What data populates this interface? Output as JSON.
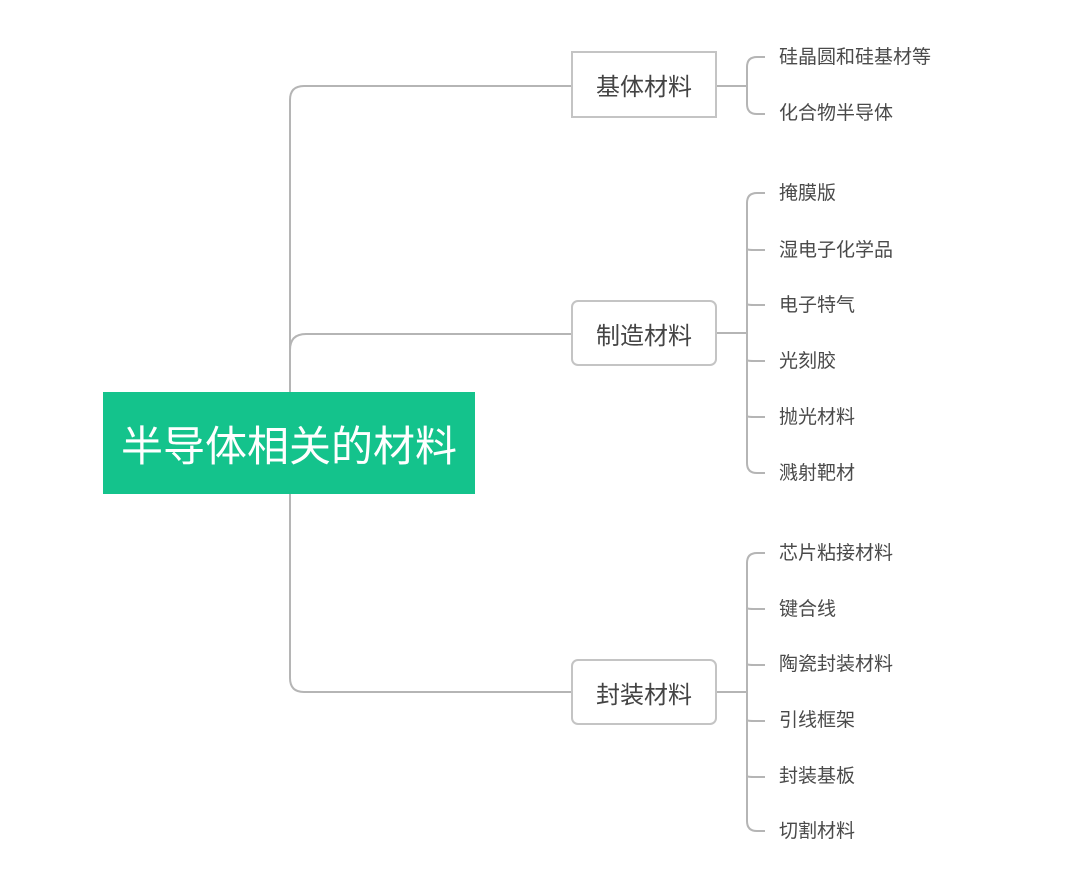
{
  "diagram": {
    "type": "mind-map",
    "colors": {
      "root_fill": "#14c38c",
      "root_text": "#ffffff",
      "line": "#b5b5b5",
      "branch_border": "#c4c4c4",
      "text": "#444444"
    },
    "root": {
      "label": "半导体相关的材料"
    },
    "branches": [
      {
        "label": "基体材料",
        "children": [
          "硅晶圆和硅基材等",
          "化合物半导体"
        ]
      },
      {
        "label": "制造材料",
        "children": [
          "掩膜版",
          "湿电子化学品",
          "电子特气",
          "光刻胶",
          "抛光材料",
          "溅射靶材"
        ]
      },
      {
        "label": "封装材料",
        "children": [
          "芯片粘接材料",
          "键合线",
          "陶瓷封装材料",
          "引线框架",
          "封装基板",
          "切割材料"
        ]
      }
    ]
  }
}
